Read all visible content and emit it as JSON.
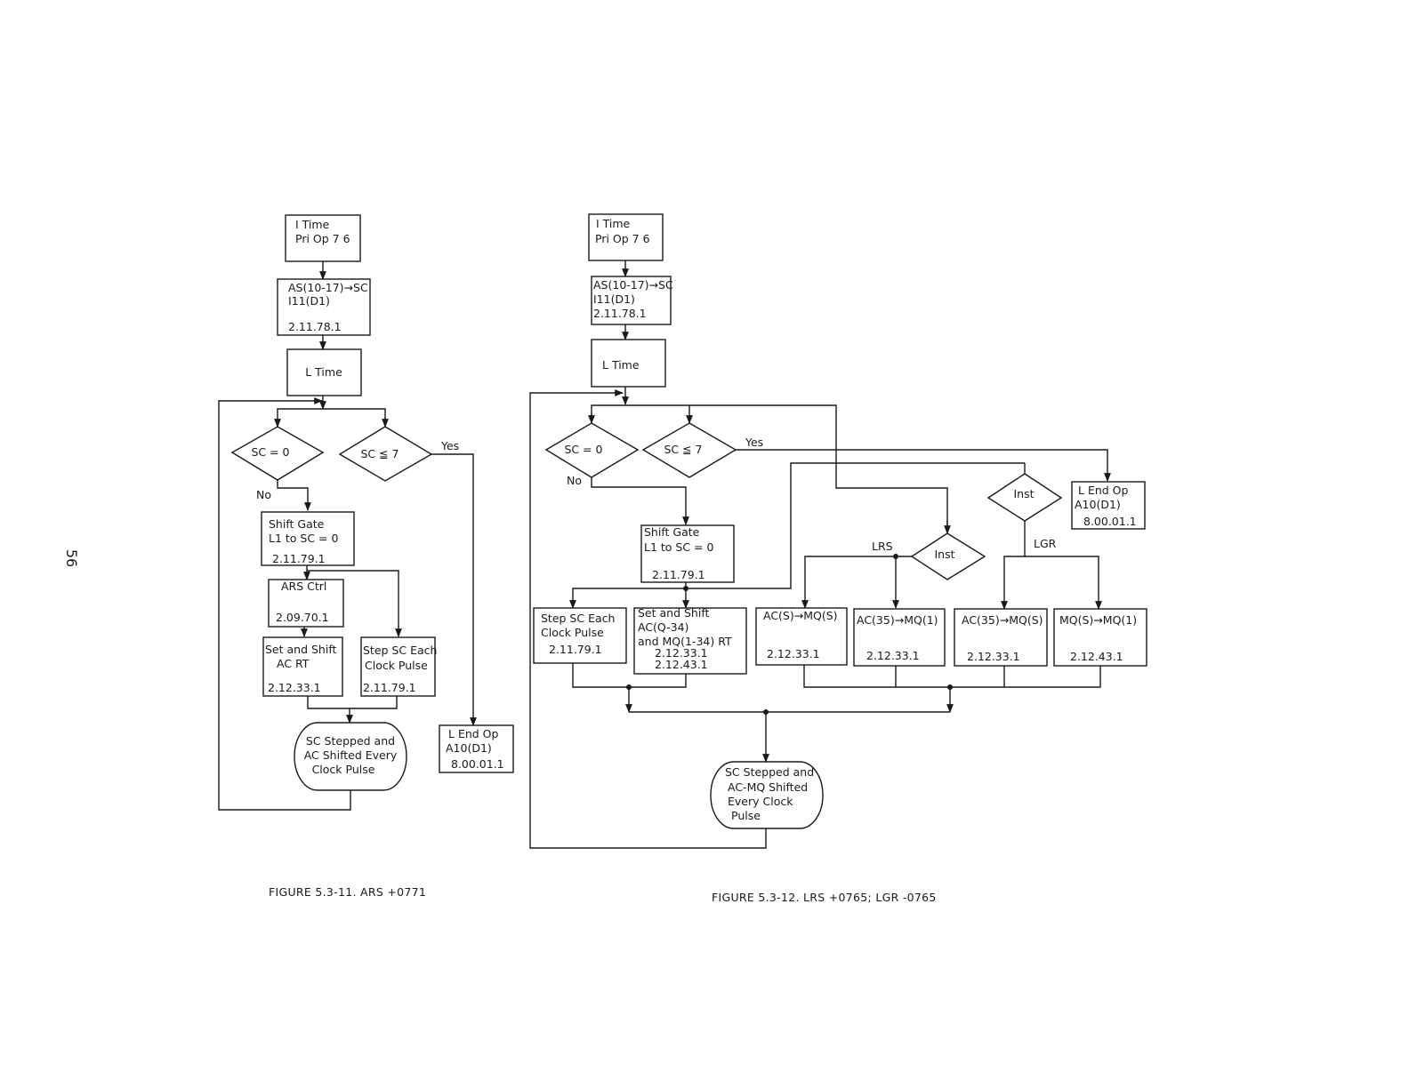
{
  "page_number": "56",
  "fig11": {
    "caption": "FIGURE 5.3-11.  ARS +0771",
    "itime": [
      "I Time",
      "Pri Op 7 6"
    ],
    "as": [
      "AS(10-17)→SC",
      "I11(D1)",
      "2.11.78.1"
    ],
    "ltime": "L Time",
    "sc0": "SC = 0",
    "sc7": "SC ≦ 7",
    "no": "No",
    "yes": "Yes",
    "shiftgate": [
      "Shift Gate",
      "L1 to SC = 0",
      "2.11.79.1"
    ],
    "arsctrl": [
      "ARS Ctrl",
      "2.09.70.1"
    ],
    "setshift": [
      "Set and Shift",
      "AC RT",
      "2.12.33.1"
    ],
    "stepsc": [
      "Step SC Each",
      "Clock Pulse",
      "2.11.79.1"
    ],
    "lendop": [
      "L End Op",
      "A10(D1)",
      "8.00.01.1"
    ],
    "term": [
      "SC Stepped and",
      "AC Shifted Every",
      "Clock Pulse"
    ]
  },
  "fig12": {
    "caption": "FIGURE 5.3-12.  LRS +0765;  LGR -0765",
    "itime": [
      "I Time",
      "Pri Op 7 6"
    ],
    "as": [
      "AS(10-17)→SC",
      "I11(D1)",
      "2.11.78.1"
    ],
    "ltime": "L Time",
    "sc0": "SC = 0",
    "sc7": "SC ≦ 7",
    "no": "No",
    "yes": "Yes",
    "lendop": [
      "L End Op",
      "A10(D1)",
      "8.00.01.1"
    ],
    "inst_a": "Inst",
    "inst_b": "Inst",
    "lrs": "LRS",
    "lgr": "LGR",
    "shiftgate": [
      "Shift Gate",
      "L1 to SC = 0",
      "2.11.79.1"
    ],
    "stepsc": [
      "Step SC Each",
      "Clock Pulse",
      "2.11.79.1"
    ],
    "setshift": [
      "Set and Shift",
      "AC(Q-34)",
      "and MQ(1-34) RT",
      "2.12.33.1",
      "2.12.43.1"
    ],
    "b1": [
      "AC(S)→MQ(S)",
      "2.12.33.1"
    ],
    "b2": [
      "AC(35)→MQ(1)",
      "2.12.33.1"
    ],
    "b3": [
      "AC(35)→MQ(S)",
      "2.12.33.1"
    ],
    "b4": [
      "MQ(S)→MQ(1)",
      "2.12.43.1"
    ],
    "term": [
      "SC Stepped and",
      "AC-MQ Shifted",
      "Every Clock",
      "Pulse"
    ]
  }
}
